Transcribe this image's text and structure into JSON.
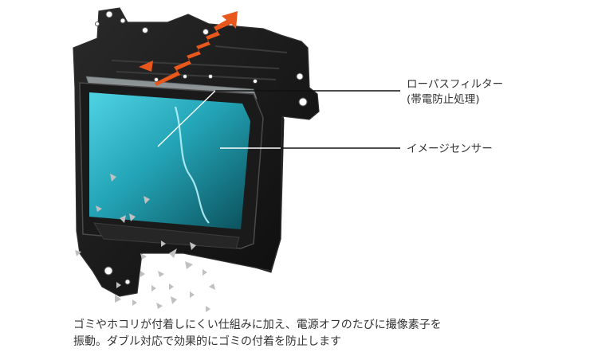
{
  "labels": {
    "low_pass_filter": "ローパスフィルター",
    "low_pass_filter_note": "(帯電防止処理)",
    "image_sensor": "イメージセンサー"
  },
  "caption": {
    "line1": "ゴミやホコリが付着しにくい仕組みに加え、電源オフのたびに撮像素子を",
    "line2": "振動。ダブル対応で効果的にゴミの付着を防止します"
  },
  "colors": {
    "frame": "#141414",
    "sensor_light": "#36c4d6",
    "sensor_dark": "#0d5e68",
    "vibration_arrow": "#e8581c",
    "dust": "#b9b9b9",
    "leader_line": "#111111"
  }
}
